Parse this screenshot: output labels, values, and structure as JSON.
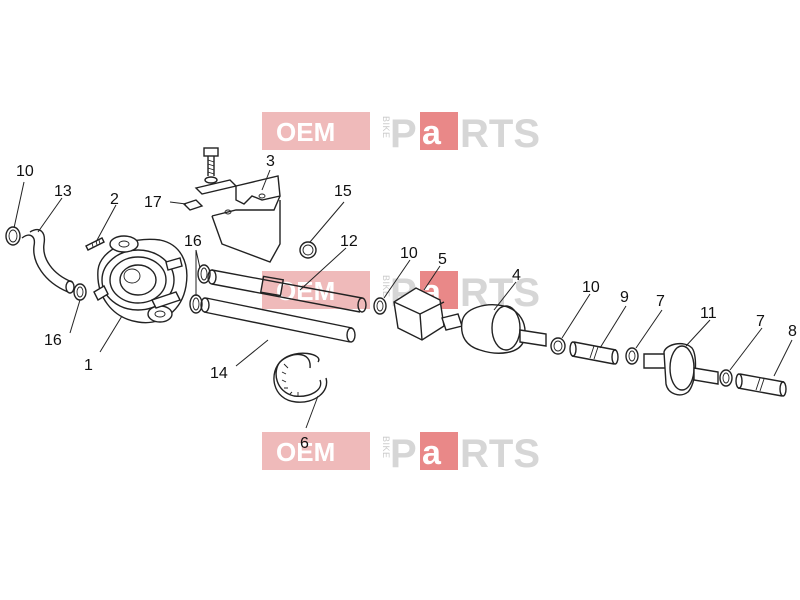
{
  "watermark": {
    "oem": "OEM",
    "bike": "BIKE",
    "p": "P",
    "a": "a",
    "rts": "RTS"
  },
  "callouts": [
    {
      "id": "c1",
      "label": "1"
    },
    {
      "id": "c2",
      "label": "2"
    },
    {
      "id": "c3",
      "label": "3"
    },
    {
      "id": "c4",
      "label": "4"
    },
    {
      "id": "c5",
      "label": "5"
    },
    {
      "id": "c6",
      "label": "6"
    },
    {
      "id": "c7a",
      "label": "7"
    },
    {
      "id": "c7b",
      "label": "7"
    },
    {
      "id": "c8",
      "label": "8"
    },
    {
      "id": "c9",
      "label": "9"
    },
    {
      "id": "c10a",
      "label": "10"
    },
    {
      "id": "c10b",
      "label": "10"
    },
    {
      "id": "c10c",
      "label": "10"
    },
    {
      "id": "c11",
      "label": "11"
    },
    {
      "id": "c12",
      "label": "12"
    },
    {
      "id": "c13",
      "label": "13"
    },
    {
      "id": "c14",
      "label": "14"
    },
    {
      "id": "c15",
      "label": "15"
    },
    {
      "id": "c16a",
      "label": "16"
    },
    {
      "id": "c16b",
      "label": "16"
    },
    {
      "id": "c17",
      "label": "17"
    }
  ],
  "colors": {
    "line": "#222222",
    "watermark_red": "#e36a6a",
    "watermark_gray": "#cfcfcf"
  }
}
